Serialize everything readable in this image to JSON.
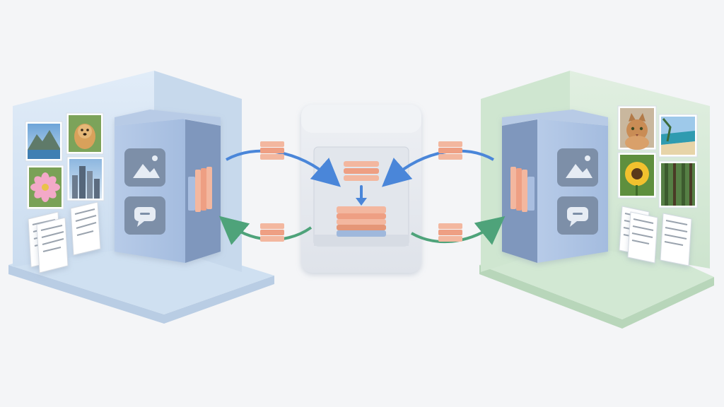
{
  "colors": {
    "background": "#f4f5f7",
    "left_room_wall": "#d3e3f3",
    "left_room_floor": "#cfe0f1",
    "right_room_wall": "#d6ead7",
    "right_room_floor": "#d2e8d3",
    "server_body": "#9fb8dc",
    "server_side": "#7f97bd",
    "icon_panel": "#7d8fa8",
    "center_box": "#e6e9ef",
    "packet": "#f3b79f",
    "packet_stripe": "#e59677",
    "arrow_blue": "#4a86d9",
    "arrow_green": "#4ea37a"
  },
  "left_room": {
    "photos": [
      "mountain-lake-photo",
      "dog-photo",
      "flower-photo",
      "city-skyline-photo"
    ],
    "doc_count": 4,
    "icons": [
      "image-icon",
      "chat-icon"
    ]
  },
  "right_room": {
    "photos": [
      "cat-photo",
      "beach-photo",
      "sunflower-photo",
      "forest-photo"
    ],
    "doc_count": 4,
    "icons": [
      "image-icon",
      "chat-icon"
    ]
  },
  "center": {
    "icons": [
      "aggregated-layers-stack",
      "incoming-packet-stack",
      "down-arrow-icon"
    ]
  }
}
